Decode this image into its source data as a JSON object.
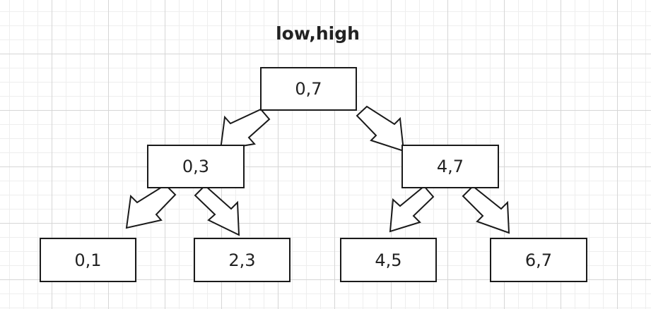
{
  "diagram": {
    "title": "low,high",
    "nodes": {
      "root": "0,7",
      "left": "0,3",
      "right": "4,7",
      "left_left": "0,1",
      "left_right": "2,3",
      "right_left": "4,5",
      "right_right": "6,7"
    },
    "edges": [
      [
        "root",
        "left"
      ],
      [
        "root",
        "right"
      ],
      [
        "left",
        "left_left"
      ],
      [
        "left",
        "left_right"
      ],
      [
        "right",
        "right_left"
      ],
      [
        "right",
        "right_right"
      ]
    ],
    "arrow_style": "hollow-block-arrow",
    "colors": {
      "stroke": "#1a1a1a",
      "text": "#222222",
      "grid": "#d6d6d6",
      "background": "#ffffff"
    }
  }
}
